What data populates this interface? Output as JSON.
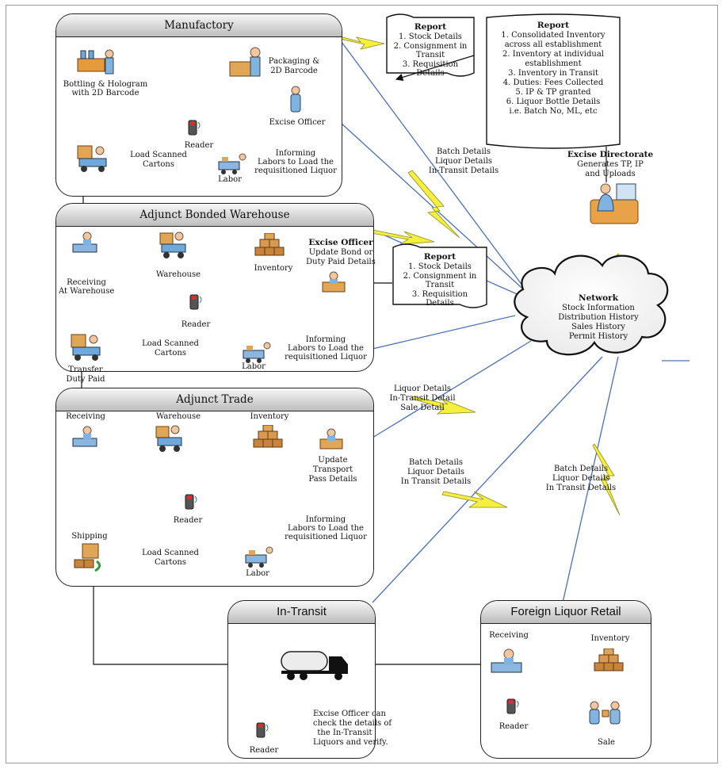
{
  "boxes": {
    "manufactory": "Manufactory",
    "bonded": "Adjunct Bonded Warehouse",
    "trade": "Adjunct Trade",
    "transit": "In-Transit",
    "retail": "Foreign Liquor Retail"
  },
  "manufactory": {
    "bottling": [
      "Bottling & Hologram",
      "with 2D Barcode"
    ],
    "packaging": [
      "Packaging &",
      "2D Barcode"
    ],
    "excise_officer": "Excise Officer",
    "reader": "Reader",
    "load_scanned": [
      "Load Scanned",
      "Cartons"
    ],
    "labor": "Labor",
    "informing": [
      "Informing",
      "Labors to Load the",
      "requisitioned Liquor"
    ]
  },
  "bonded": {
    "receiving": [
      "Receiving",
      "At Warehouse"
    ],
    "warehouse": "Warehouse",
    "inventory": "Inventory",
    "excise_officer_title": "Excise Officer",
    "excise_officer_desc": [
      "Update Bond or",
      "Duty Paid Details"
    ],
    "reader": "Reader",
    "load_scanned": [
      "Load Scanned",
      "Cartons"
    ],
    "labor": "Labor",
    "informing": [
      "Informing",
      "Labors to Load the",
      "requisitioned Liquor"
    ],
    "transfer": [
      "Transfer",
      "Duty Paid"
    ]
  },
  "trade": {
    "receiving": "Receiving",
    "warehouse": "Warehouse",
    "inventory": "Inventory",
    "update": [
      "Update",
      "Transport",
      "Pass Details"
    ],
    "reader": "Reader",
    "informing": [
      "Informing",
      "Labors to Load the",
      "requisitioned Liquor"
    ],
    "shipping": "Shipping",
    "load_scanned": [
      "Load Scanned",
      "Cartons"
    ],
    "labor": "Labor"
  },
  "transit": {
    "note": [
      "Excise Officer can",
      "check the details of",
      "the In-Transit",
      "Liquors and verify."
    ],
    "reader": "Reader"
  },
  "retail": {
    "receiving": "Receiving",
    "inventory": "Inventory",
    "reader": "Reader",
    "sale": "Sale"
  },
  "report1": {
    "title": "Report",
    "items": [
      "1. Stock Details",
      "2. Consignment in",
      "Transit",
      "3. Requisition",
      "Details"
    ]
  },
  "report2": {
    "title": "Report",
    "items": [
      "1. Consolidated Inventory",
      "across all establishment",
      "2. Inventory at individual",
      "establishment",
      "3. Inventory in Transit",
      "4. Duties: Fees Collected",
      "5. IP & TP granted",
      "6. Liquor Bottle Details",
      "i.e. Batch No, ML, etc"
    ]
  },
  "report3": {
    "title": "Report",
    "items": [
      "1. Stock Details",
      "2. Consignment in",
      "Transit",
      "3. Requisition",
      "Details"
    ]
  },
  "directorate": {
    "title": "Excise Directorate",
    "desc": [
      "Generates TP, IP",
      "and Uploads"
    ]
  },
  "network": {
    "title": "Network",
    "items": [
      "Stock Information",
      "Distribution History",
      "Sales History",
      "Permit History"
    ]
  },
  "links": {
    "batch_manufactory": [
      "Batch Details",
      "Liquor Details",
      "In-Transit Details"
    ],
    "liquor_trade": [
      "Liquor Details",
      "In-Transit Detail",
      "Sale Detail"
    ],
    "batch_transit": [
      "Batch Details",
      "Liquor Details",
      "In Transit Details"
    ],
    "batch_retail": [
      "Batch Details",
      "Liquor Details",
      "In Transit Details"
    ]
  }
}
